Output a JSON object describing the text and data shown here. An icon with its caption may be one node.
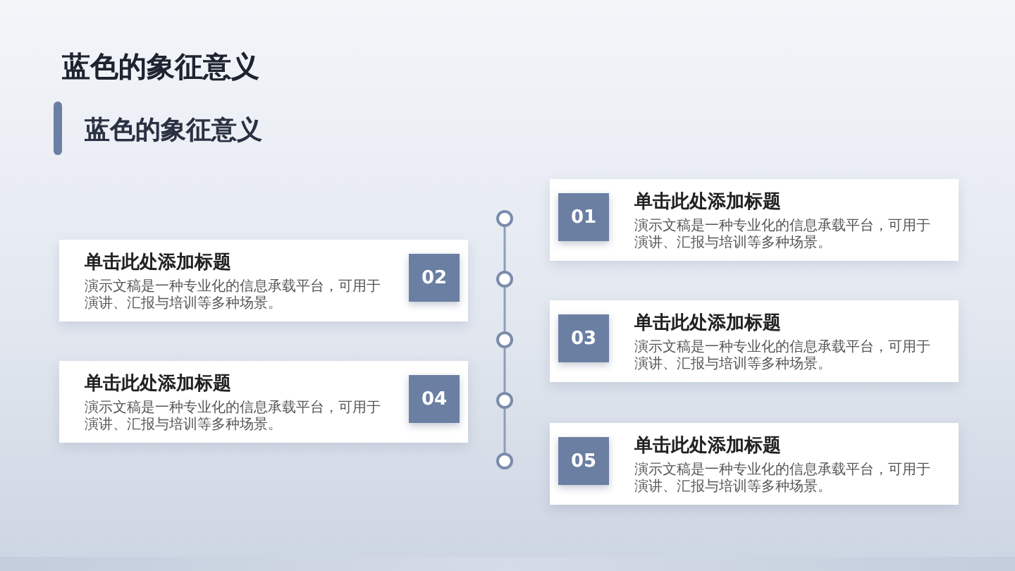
{
  "diagram": {
    "title": "蓝色的象征意义",
    "nodes": [
      {
        "text": [
          "单击此处添加标题",
          "演示文稿是一种专业化的信息承载平台，可用于演讲、汇报与培训等多种场景。"
        ]
      },
      {
        "text": [
          "01"
        ],
        "in": 0
      },
      {
        "text": [
          "单击此处添加标题",
          "演示文稿是一种专业化的信息承载平台，可用于演讲、汇报与培训等多种场景。"
        ]
      },
      {
        "text": [
          "02"
        ],
        "in": 2
      },
      {
        "text": [
          "单击此处添加标题",
          "演示文稿是一种专业化的信息承载平台，可用于演讲、汇报与培训等多种场景。"
        ]
      },
      {
        "text": [
          "03"
        ],
        "in": 4
      },
      {
        "text": [
          "单击此处添加标题",
          "演示文稿是一种专业化的信息承载平台，可用于演讲、汇报与培训等多种场景。"
        ]
      },
      {
        "text": [
          "04"
        ],
        "in": 6
      },
      {
        "text": [
          "单击此处添加标题",
          "演示文稿是一种专业化的信息承载平台，可用于演讲、汇报与培训等多种场景。"
        ]
      },
      {
        "text": [
          "05"
        ],
        "in": 8
      },
      {
        "text": [],
        "shape": "circle"
      },
      {
        "text": [],
        "shape": "circle"
      },
      {
        "text": [],
        "shape": "circle"
      },
      {
        "text": [],
        "shape": "circle"
      },
      {
        "text": [],
        "shape": "circle"
      }
    ],
    "edges": [
      {
        "from": 10,
        "to": 11,
        "arrow": "none"
      },
      {
        "from": 11,
        "to": 12,
        "arrow": "none"
      },
      {
        "from": 12,
        "to": 13,
        "arrow": "none"
      },
      {
        "from": 13,
        "to": 14,
        "arrow": "none"
      }
    ],
    "labels": [
      "蓝色的象征意义"
    ]
  }
}
